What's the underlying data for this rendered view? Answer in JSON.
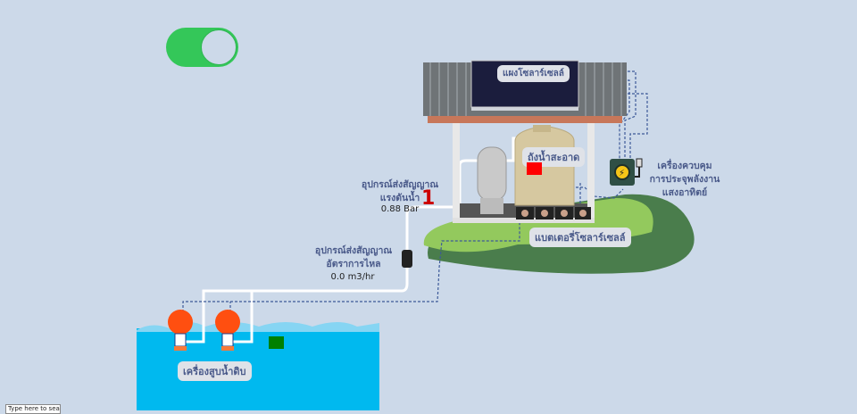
{
  "toggle": {
    "state": "on",
    "color": "#34c759"
  },
  "labels": {
    "solar_panel": "แผงโซลาร์เซลล์",
    "clean_water_tank": "ถังน้ำสะอาด",
    "charge_controller_line1": "เครื่องควบคุม",
    "charge_controller_line2": "การประจุพลังงาน",
    "charge_controller_line3": "แสงอาทิตย์",
    "pressure_sensor_line1": "อุปกรณ์ส่งสัญญาณ",
    "pressure_sensor_line2": "แรงดันน้ำ",
    "flow_sensor_line1": "อุปกรณ์ส่งสัญญาณ",
    "flow_sensor_line2": "อัตราการไหล",
    "battery": "แบตเตอรี่โซลาร์เซลล์",
    "raw_water_pump": "เครื่องสูบน้ำดิบ"
  },
  "readings": {
    "pressure": "0.88 Bar",
    "pressure_indicator": "1",
    "flow_rate": "0.0 m3/hr"
  },
  "status": {
    "tank_indicator_color": "#ff0000",
    "pump_indicator_color": "#008000"
  },
  "taskbar": {
    "search_placeholder": "Type here to search"
  }
}
